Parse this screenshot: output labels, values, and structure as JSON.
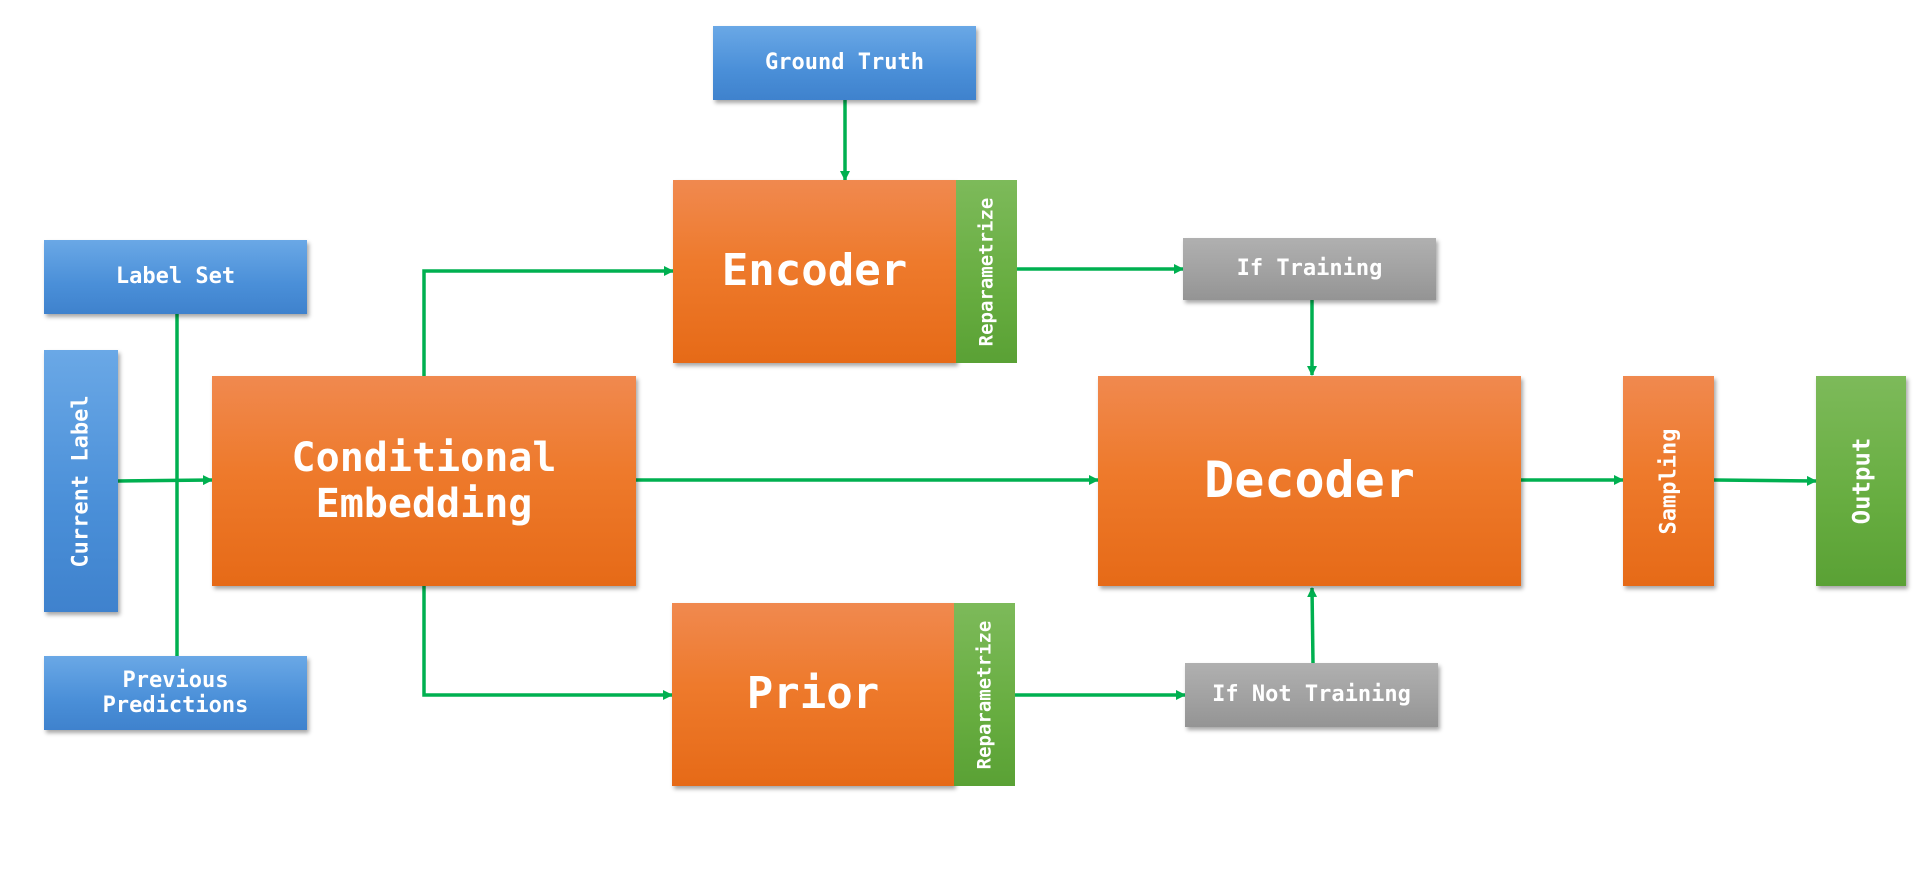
{
  "nodes": {
    "ground_truth": "Ground Truth",
    "label_set": "Label Set",
    "current_label": "Current Label",
    "previous_predictions": "Previous\nPredictions",
    "conditional_embedding": "Conditional\nEmbedding",
    "encoder": "Encoder",
    "encoder_reparametrize": "Reparametrize",
    "prior": "Prior",
    "prior_reparametrize": "Reparametrize",
    "if_training": "If Training",
    "if_not_training": "If Not Training",
    "decoder": "Decoder",
    "sampling": "Sampling",
    "output": "Output"
  },
  "colors": {
    "arrow": "#00b050",
    "blue": "#4a8fd8",
    "orange": "#ee7a2c",
    "green": "#67ad40",
    "grey": "#a0a0a0"
  }
}
